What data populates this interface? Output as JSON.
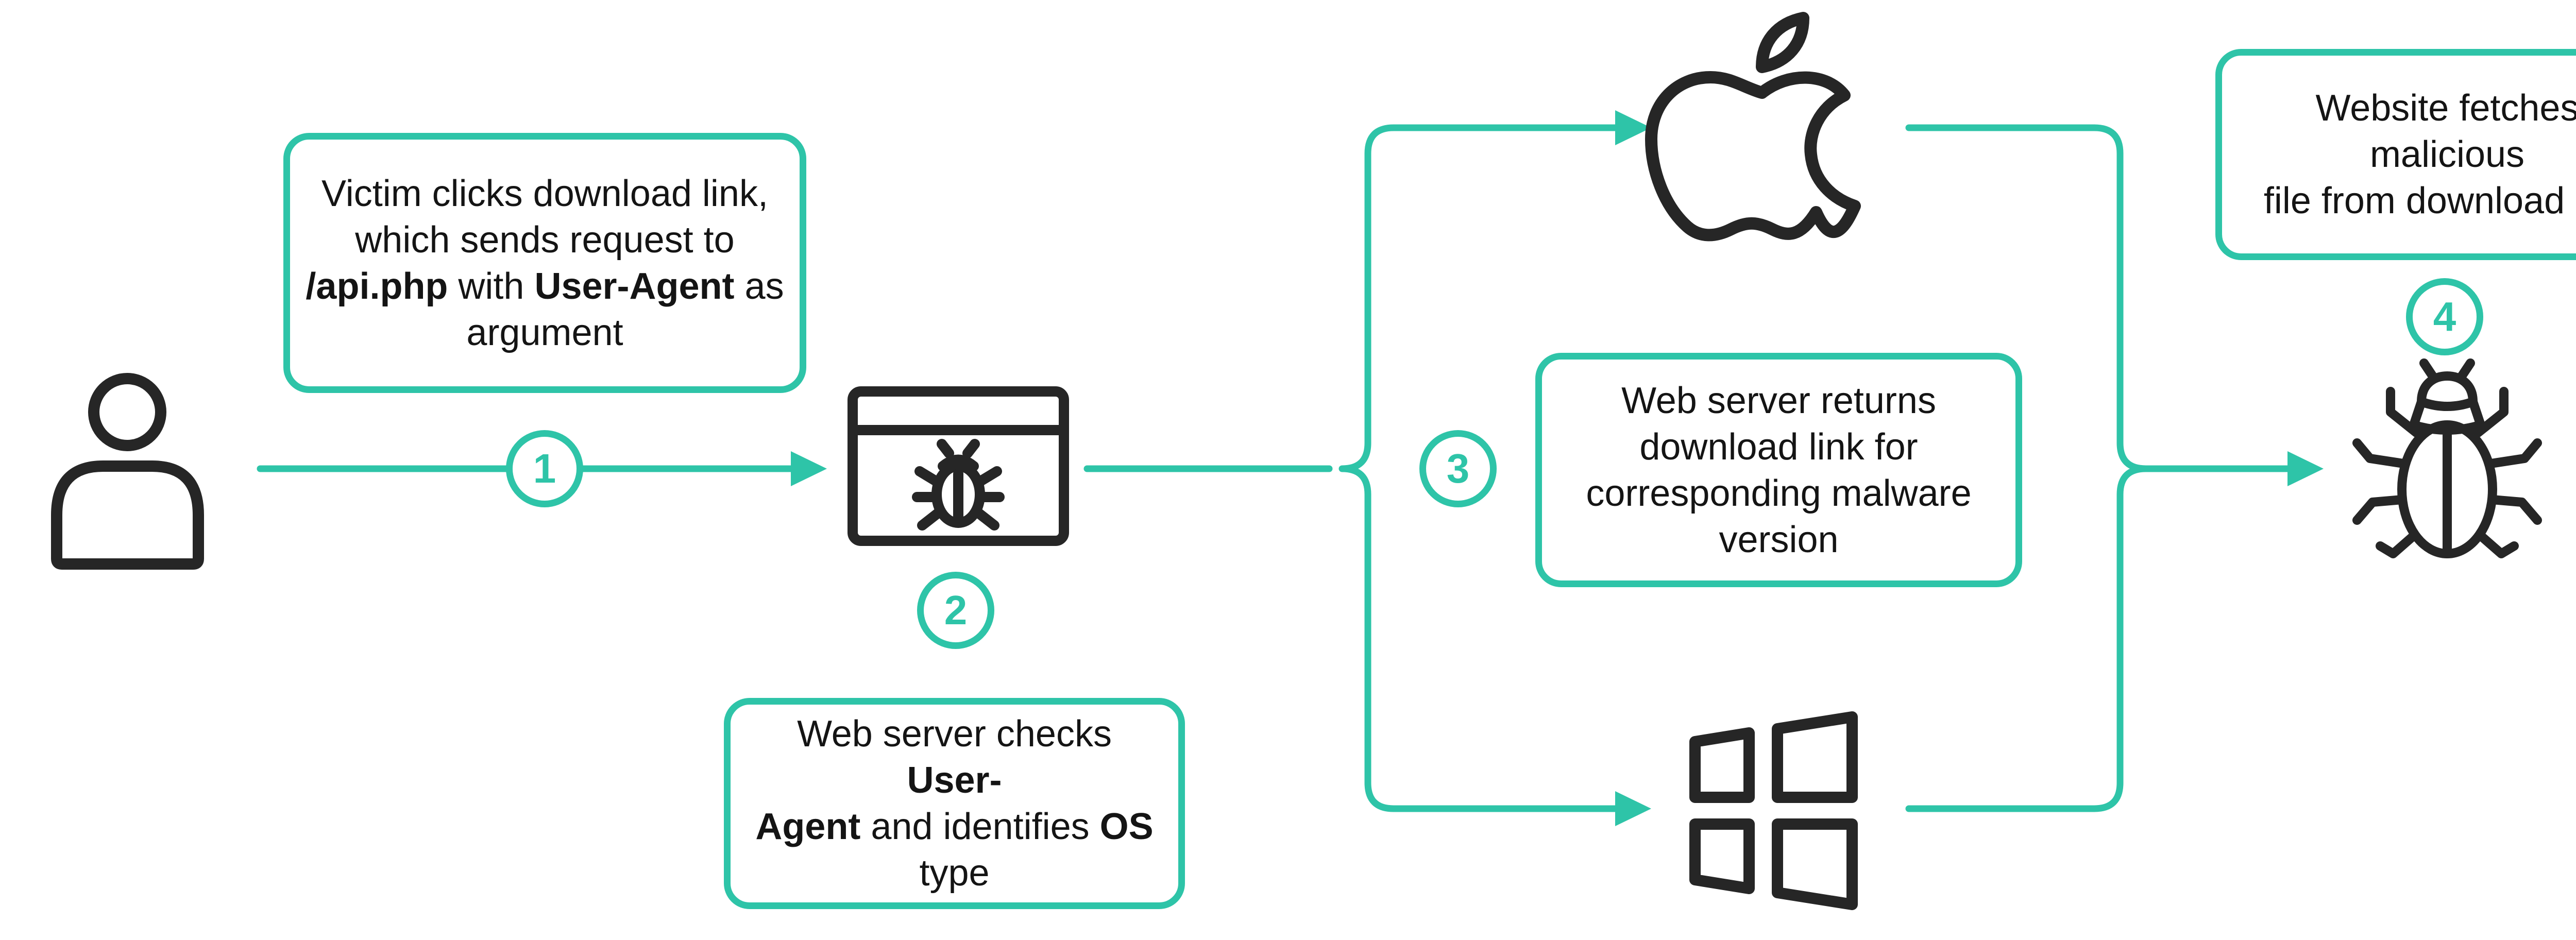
{
  "colors": {
    "accent": "#2ec4a8",
    "icon": "#262626",
    "text": "#141414"
  },
  "icons": [
    "user-icon",
    "malicious-webpage-icon",
    "apple-icon",
    "windows-icon",
    "malware-bug-icon"
  ],
  "steps": [
    "1",
    "2",
    "3",
    "4"
  ],
  "box1": {
    "l1": "Victim clicks download link,",
    "l2": "which sends request to",
    "b1": "/api.php",
    "t1": " with ",
    "b2": "User-Agent",
    "t2": " as",
    "l4": "argument"
  },
  "box2": {
    "t1": "Web server checks ",
    "b1": "User-",
    "b2": "Agent",
    "t2": " and identifies ",
    "b3": "OS",
    "l3": "type"
  },
  "box3": {
    "l1": "Web server returns",
    "l2": "download link for",
    "l3": "corresponding malware",
    "l4": "version"
  },
  "box4": {
    "l1": "Website fetches malicious",
    "l2": "file from download link"
  }
}
